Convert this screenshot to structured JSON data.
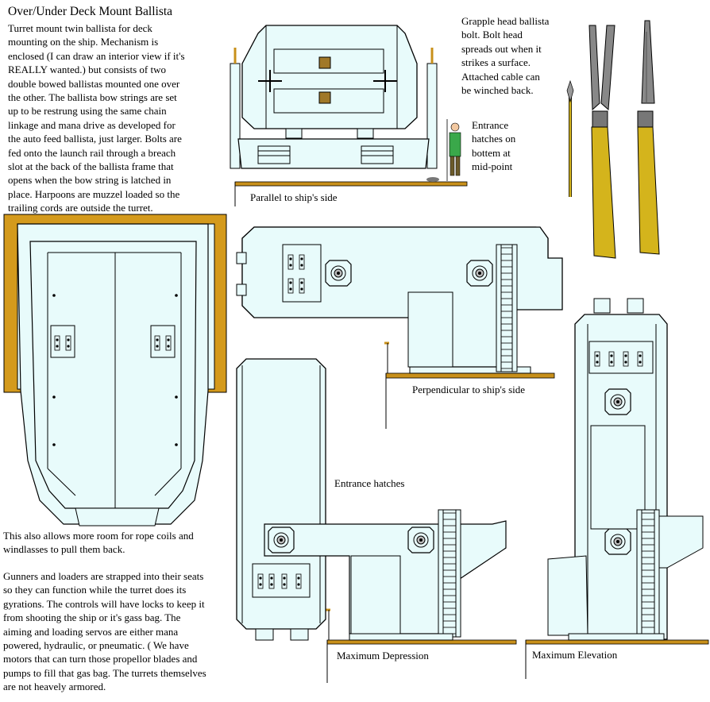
{
  "title": "Over/Under Deck Mount Ballista",
  "intro_text": "Turret mount twin ballista for deck\nmounting on the ship.  Mechanism is\nenclosed (I can draw an interior view if it's\nREALLY wanted.) but consists of two\ndouble bowed ballistas mounted one over\nthe other.  The ballista bow strings are set\nup to be restrung using the same chain\nlinkage and mana drive as developed for\nthe auto feed ballista, just larger.  Bolts are\nfed onto the launch rail through a breach\nslot at the back of the ballista frame that\nopens when the bow string is latched in\nplace.  Harpoons are muzzel loaded so the\ntrailing cords are outside the turret.",
  "grapple_text": "Grapple head ballista\nbolt.  Bolt head\nspreads out when it\nstrikes a surface.\nAttached cable can\nbe winched back.",
  "entrance_bottom_text": "Entrance\nhatches on\nbottem at\nmid-point",
  "rope_text": "This also allows more room for rope coils and\nwindlasses to pull them back.",
  "gunners_text": "Gunners and loaders are strapped into their seats\nso they can function while the turret does its\ngyrations.  The controls will have locks to keep it\nfrom shooting the ship or it's gass bag.  The\naiming and loading servos are either mana\npowered, hydraulic, or pneumatic.  ( We have\nmotors that can turn those propellor blades and\npumps to fill that gas bag.  The turrets themselves\nare not heavely armored.",
  "labels": {
    "parallel": "Parallel to ship's side",
    "perpendicular": "Perpendicular to ship's side",
    "entrance_hatches": "Entrance hatches",
    "max_depression": "Maximum Depression",
    "max_elevation": "Maximum Elevation"
  },
  "colors": {
    "hull": "#e8fbfb",
    "outline": "#000000",
    "deck": "#c8901a",
    "bolt_shaft": "#d4b41c",
    "metal": "#8a8a8a",
    "figure_coat": "#3aa84a"
  }
}
